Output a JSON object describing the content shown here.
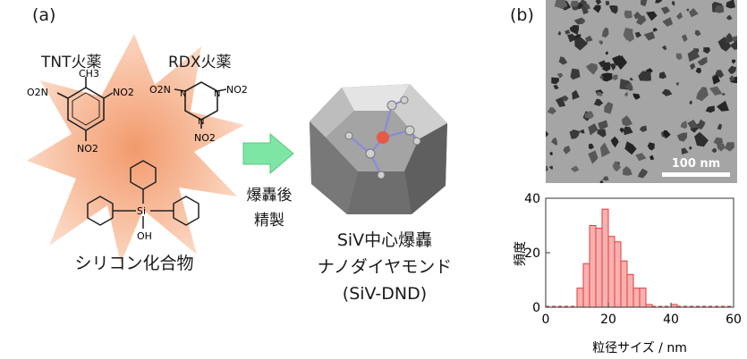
{
  "panels": {
    "a": "(a)",
    "b": "(b)"
  },
  "panel_a": {
    "tnt_label": "TNT火薬",
    "rdx_label": "RDX火薬",
    "silicon_label": "シリコン化合物",
    "process_label_line1": "爆轟後",
    "process_label_line2": "精製",
    "product_line1": "SiV中心爆轟",
    "product_line2": "ナノダイヤモンド",
    "product_line3": "(SiV-DND)",
    "chem": {
      "ch3": "CH3",
      "no2_left": "O2N",
      "no2_right": "NO2",
      "no2_bottom": "NO2",
      "rdx_no2_left": "O2N",
      "rdx_no2_right": "NO2",
      "rdx_no2_bottom": "NO2",
      "n": "N",
      "si": "Si",
      "oh": "OH"
    },
    "colors": {
      "star": "#f6b58f",
      "arrow": "#7ee6a4",
      "defect": "#e65a45"
    }
  },
  "panel_b": {
    "scale_bar_label": "100 nm",
    "histogram": {
      "chart_data": {
        "type": "bar",
        "ylabel": "頻度",
        "xlabel": "粒径サイズ / nm",
        "xlim": [
          0,
          60
        ],
        "ylim": [
          0,
          40
        ],
        "xticks": [
          "0",
          "20",
          "40",
          "60"
        ],
        "yticks": [
          "0",
          "20",
          "40"
        ],
        "bin_width": 2,
        "bins": [
          {
            "x": 10,
            "value": 7
          },
          {
            "x": 12,
            "value": 16
          },
          {
            "x": 14,
            "value": 30
          },
          {
            "x": 16,
            "value": 29
          },
          {
            "x": 18,
            "value": 36
          },
          {
            "x": 20,
            "value": 26
          },
          {
            "x": 22,
            "value": 24
          },
          {
            "x": 24,
            "value": 17
          },
          {
            "x": 26,
            "value": 12
          },
          {
            "x": 28,
            "value": 7
          },
          {
            "x": 30,
            "value": 7
          },
          {
            "x": 32,
            "value": 1
          },
          {
            "x": 40,
            "value": 1
          }
        ],
        "color": "#f8b1b1",
        "edge": "#e33b3b"
      }
    }
  }
}
